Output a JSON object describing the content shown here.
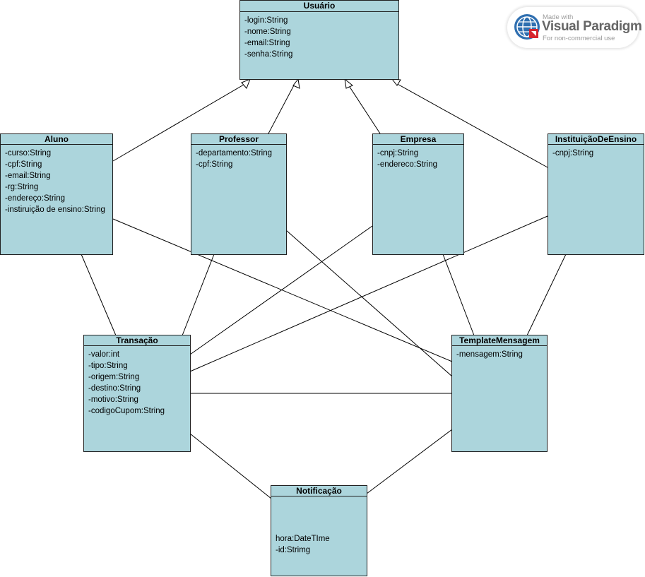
{
  "classes": {
    "usuario": {
      "name": "Usuário",
      "attributes": [
        "-login:String",
        "-nome:String",
        "-email:String",
        "-senha:String"
      ]
    },
    "aluno": {
      "name": "Aluno",
      "attributes": [
        "-curso:String",
        "-cpf:String",
        "-email:String",
        "-rg:String",
        "-endereço:String",
        "-instiruição de ensino:String"
      ]
    },
    "professor": {
      "name": "Professor",
      "attributes": [
        "-departamento:String",
        "-cpf:String"
      ]
    },
    "empresa": {
      "name": "Empresa",
      "attributes": [
        "-cnpj:String",
        "-endereco:String"
      ]
    },
    "instituicao": {
      "name": "InstituiçãoDeEnsino",
      "attributes": [
        "-cnpj:String"
      ]
    },
    "transacao": {
      "name": "Transação",
      "attributes": [
        "-valor:int",
        "-tipo:String",
        "-origem:String",
        "-destino:String",
        "-motivo:String",
        "-codigoCupom:String"
      ]
    },
    "template": {
      "name": "TemplateMensagem",
      "attributes": [
        "-mensagem:String"
      ]
    },
    "notificacao": {
      "name": "Notificação",
      "attributes": [
        "hora:DateTIme",
        "-id:Strimg"
      ]
    }
  },
  "relationships": {
    "generalization": [
      {
        "from": "aluno",
        "to": "usuario"
      },
      {
        "from": "professor",
        "to": "usuario"
      },
      {
        "from": "empresa",
        "to": "usuario"
      },
      {
        "from": "instituicao",
        "to": "usuario"
      }
    ],
    "association": [
      {
        "from": "aluno",
        "to": "transacao"
      },
      {
        "from": "aluno",
        "to": "template"
      },
      {
        "from": "professor",
        "to": "transacao"
      },
      {
        "from": "professor",
        "to": "template"
      },
      {
        "from": "empresa",
        "to": "transacao"
      },
      {
        "from": "empresa",
        "to": "template"
      },
      {
        "from": "instituicao",
        "to": "transacao"
      },
      {
        "from": "instituicao",
        "to": "template"
      },
      {
        "from": "transacao",
        "to": "template"
      },
      {
        "from": "transacao",
        "to": "notificacao"
      },
      {
        "from": "template",
        "to": "notificacao"
      }
    ]
  },
  "watermark": {
    "made_with": "Made with",
    "brand": "Visual Paradigm",
    "note": "For non-commercial use"
  },
  "colors": {
    "class_fill": "#acd5dc",
    "border": "#1f1f1f",
    "line": "#000000"
  }
}
